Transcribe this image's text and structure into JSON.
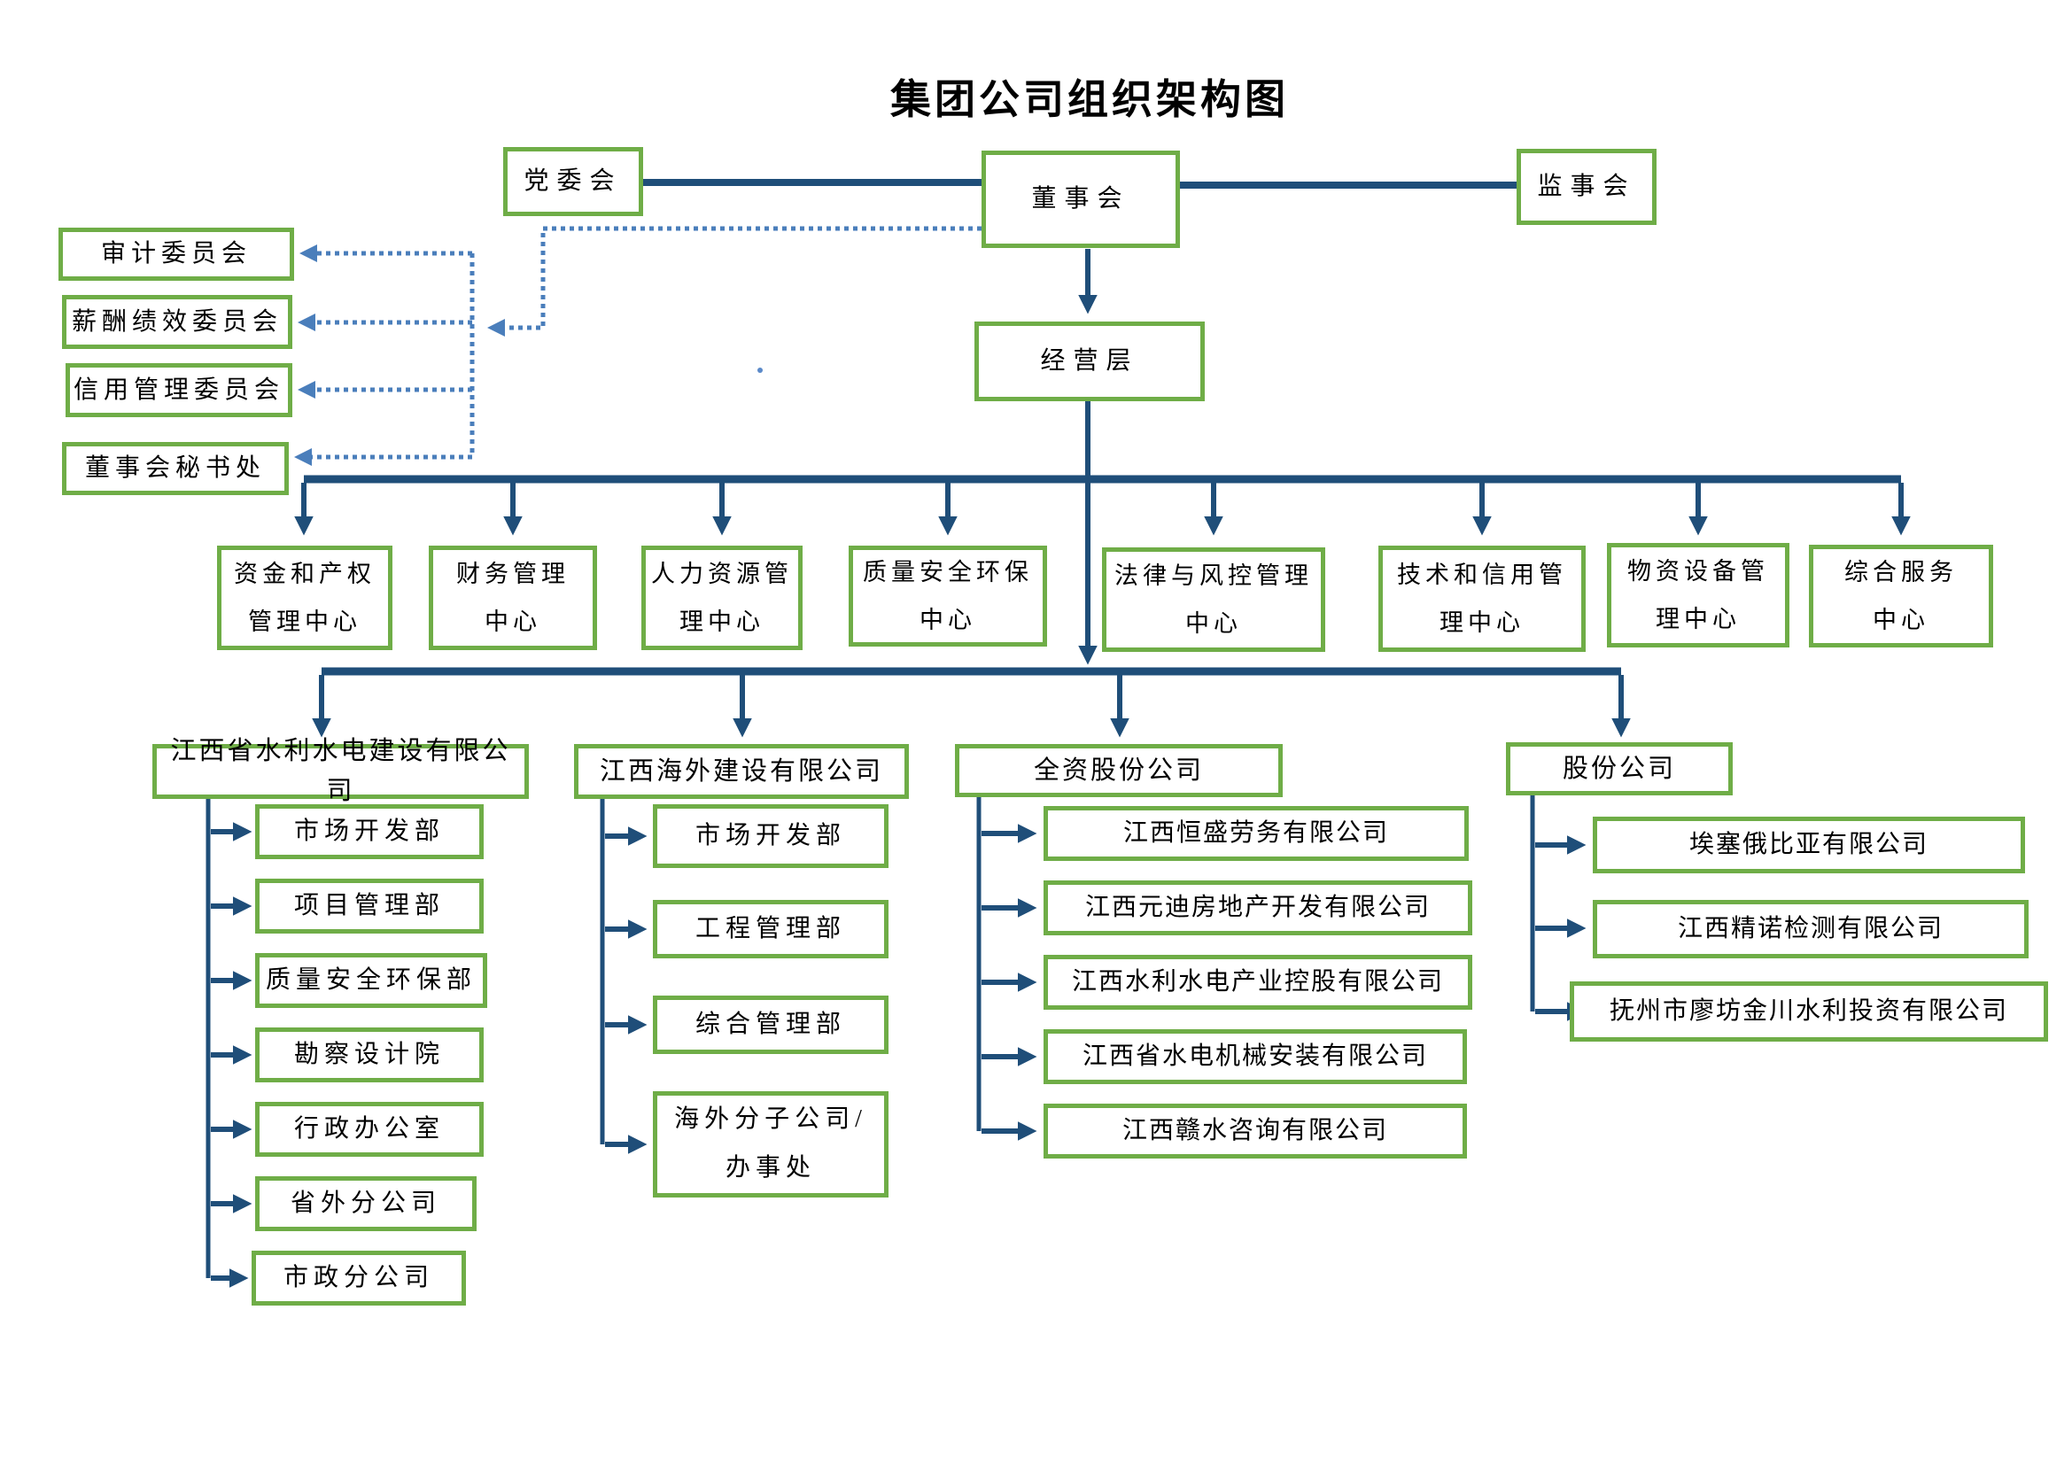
{
  "title": "集团公司组织架构图",
  "top": {
    "party_committee": "党委会",
    "board": "董事会",
    "supervisory": "监事会"
  },
  "committees": [
    "审计委员会",
    "薪酬绩效委员会",
    "信用管理委员会",
    "董事会秘书处"
  ],
  "management": "经营层",
  "centers": [
    "资金和产权\n管理中心",
    "财务管理\n中心",
    "人力资源管\n理中心",
    "质量安全环保\n中心",
    "法律与风控管理\n中心",
    "技术和信用管\n理中心",
    "物资设备管\n理中心",
    "综合服务\n中心"
  ],
  "columns": [
    {
      "header": "江西省水利水电建设有限公司",
      "items": [
        "市场开发部",
        "项目管理部",
        "质量安全环保部",
        "勘察设计院",
        "行政办公室",
        "省外分公司",
        "市政分公司"
      ]
    },
    {
      "header": "江西海外建设有限公司",
      "items": [
        "市场开发部",
        "工程管理部",
        "综合管理部",
        "海外分子公司/\n办事处"
      ]
    },
    {
      "header": "全资股份公司",
      "items": [
        "江西恒盛劳务有限公司",
        "江西元迪房地产开发有限公司",
        "江西水利水电产业控股有限公司",
        "江西省水电机械安装有限公司",
        "江西赣水咨询有限公司"
      ]
    },
    {
      "header": "股份公司",
      "items": [
        "埃塞俄比亚有限公司",
        "江西精诺检测有限公司",
        "抚州市廖坊金川水利投资有限公司"
      ]
    }
  ],
  "colors": {
    "box_border_green": "#6FAD47",
    "solid_line_blue": "#1F4E79",
    "dotted_line_blue": "#4A7EBB"
  }
}
